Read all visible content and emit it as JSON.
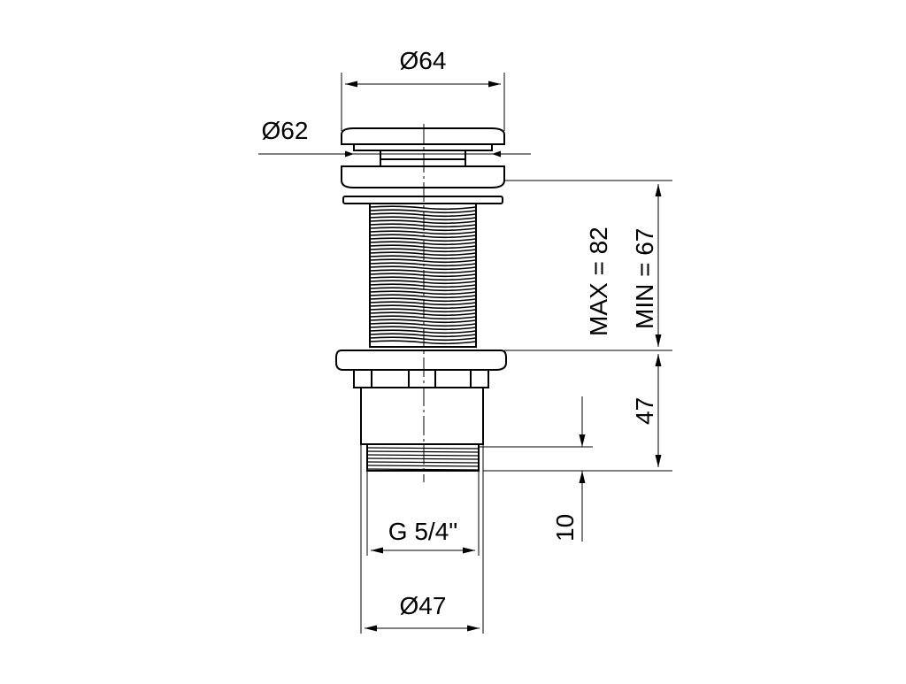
{
  "dimensions": {
    "cap_outer_diameter": "Ø64",
    "cap_inner_diameter": "Ø62",
    "thread_range_max": "MAX =  82",
    "thread_range_min": "MIN =  67",
    "body_height": "47",
    "thread_length": "10",
    "thread_size": "G 5/4\"",
    "body_diameter": "Ø47"
  },
  "colors": {
    "line": "#000000",
    "background": "#ffffff"
  }
}
